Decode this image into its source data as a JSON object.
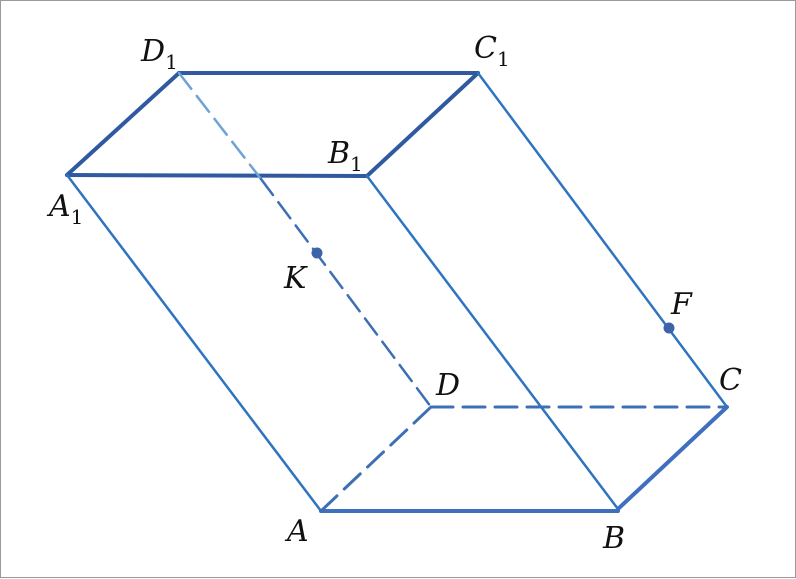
{
  "colors": {
    "top_edge": "#2f5aa0",
    "lateral_edge": "#2e74c0",
    "bottom_edge": "#3f6fbe",
    "hidden_edge": "#3d6fb5",
    "hidden_edge_upper": "#6ea3d6",
    "point": "#3d64a8"
  },
  "labels": {
    "A": {
      "base": "A",
      "sub": ""
    },
    "B": {
      "base": "B",
      "sub": ""
    },
    "C": {
      "base": "C",
      "sub": ""
    },
    "D": {
      "base": "D",
      "sub": ""
    },
    "A1": {
      "base": "A",
      "sub": "1"
    },
    "B1": {
      "base": "B",
      "sub": "1"
    },
    "C1": {
      "base": "C",
      "sub": "1"
    },
    "D1": {
      "base": "D",
      "sub": "1"
    },
    "K": {
      "base": "K",
      "sub": ""
    },
    "F": {
      "base": "F",
      "sub": ""
    }
  }
}
